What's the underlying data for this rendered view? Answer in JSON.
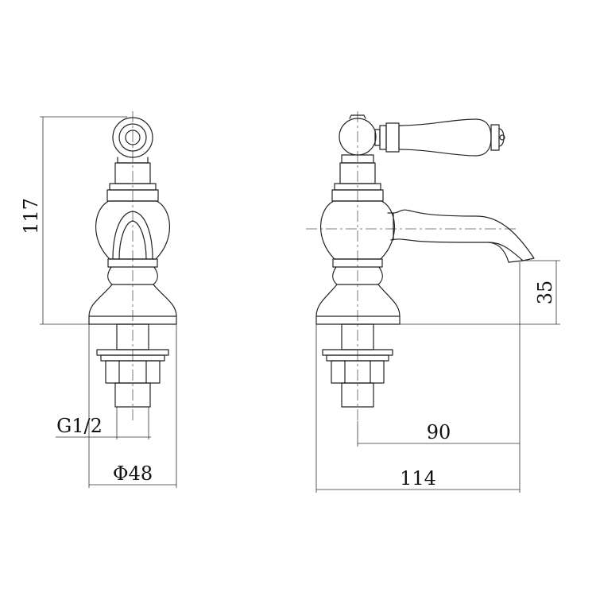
{
  "drawing": {
    "front_view": {
      "height_label": "117",
      "thread_label": "G1/2",
      "base_diameter_label": "Φ48"
    },
    "side_view": {
      "spout_height_label": "35",
      "spout_reach_label": "90",
      "overall_depth_label": "114"
    }
  }
}
